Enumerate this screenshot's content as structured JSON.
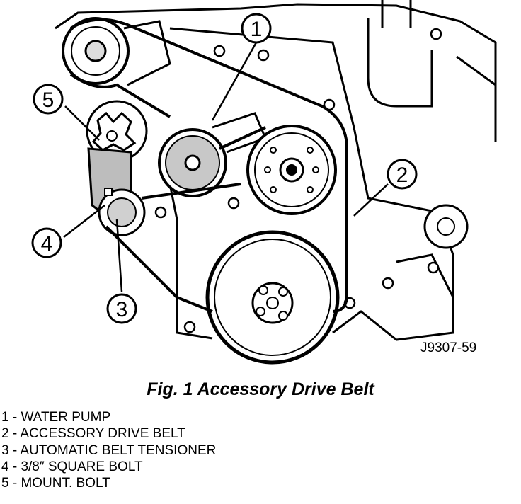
{
  "figure": {
    "code": "J9307-59",
    "caption": "Fig. 1 Accessory Drive Belt"
  },
  "callouts": [
    {
      "number": "1",
      "label": "WATER PUMP"
    },
    {
      "number": "2",
      "label": "ACCESSORY DRIVE BELT"
    },
    {
      "number": "3",
      "label": "AUTOMATIC BELT TENSIONER"
    },
    {
      "number": "4",
      "label": "3/8″ SQUARE BOLT"
    },
    {
      "number": "5",
      "label": "MOUNT. BOLT"
    }
  ],
  "legend": [
    "1 - WATER PUMP",
    "2 - ACCESSORY DRIVE BELT",
    "3 - AUTOMATIC BELT TENSIONER",
    "4 - 3/8″ SQUARE BOLT",
    "5 - MOUNT. BOLT"
  ]
}
